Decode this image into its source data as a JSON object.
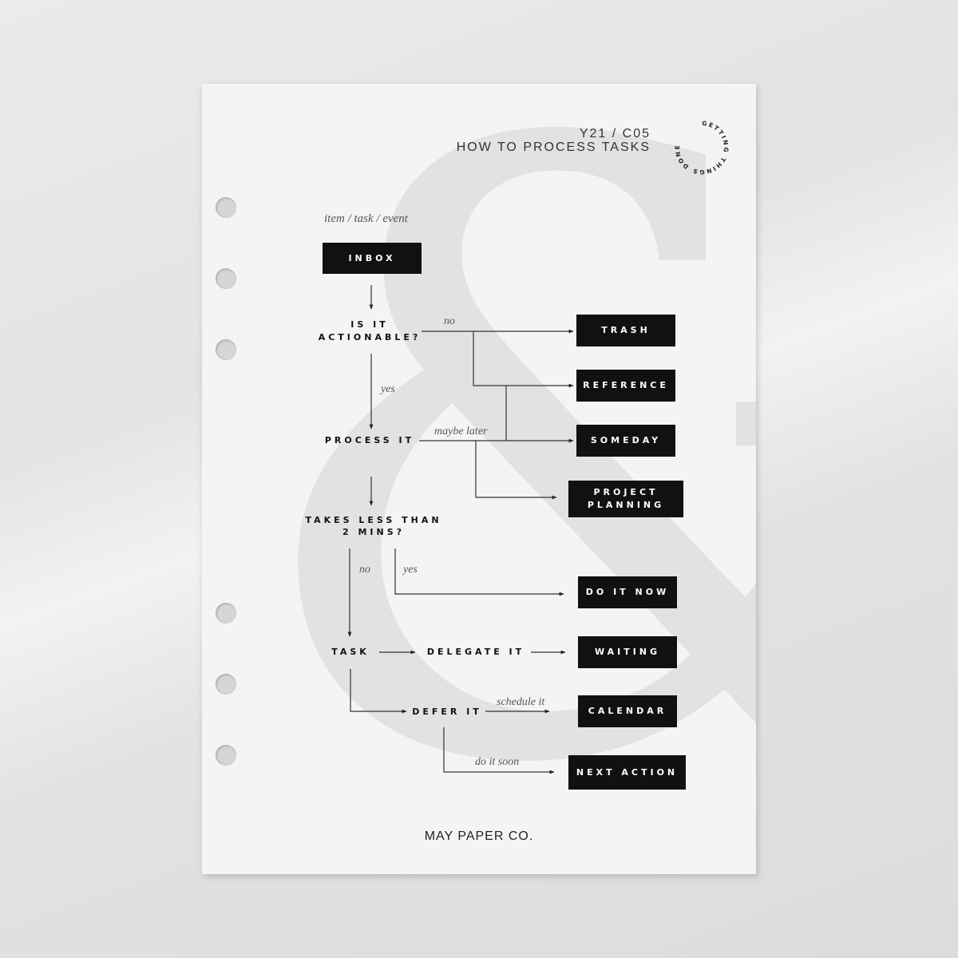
{
  "header": {
    "code": "Y21 / C05",
    "title": "HOW TO PROCESS TASKS"
  },
  "badge": {
    "text": "GETTING THINGS DONE"
  },
  "decor": {
    "ampersand": "&"
  },
  "flow": {
    "input_label": "item / task / event",
    "inbox": "INBOX",
    "q_actionable_1": "IS IT",
    "q_actionable_2": "ACTIONABLE?",
    "process": "PROCESS IT",
    "q_time_1": "TAKES LESS THAN",
    "q_time_2": "2 MINS?",
    "task": "TASK",
    "delegate": "DELEGATE IT",
    "defer": "DEFER IT"
  },
  "outcomes": {
    "trash": "TRASH",
    "reference": "REFERENCE",
    "someday": "SOMEDAY",
    "project_1": "PROJECT",
    "project_2": "PLANNING",
    "do_now": "DO IT NOW",
    "waiting": "WAITING",
    "calendar": "CALENDAR",
    "next_action": "NEXT ACTION"
  },
  "edges": {
    "no_1": "no",
    "yes_1": "yes",
    "maybe_later": "maybe later",
    "no_2": "no",
    "yes_2": "yes",
    "schedule": "schedule it",
    "soon": "do it soon"
  },
  "footer": {
    "brand": "MAY PAPER CO."
  }
}
